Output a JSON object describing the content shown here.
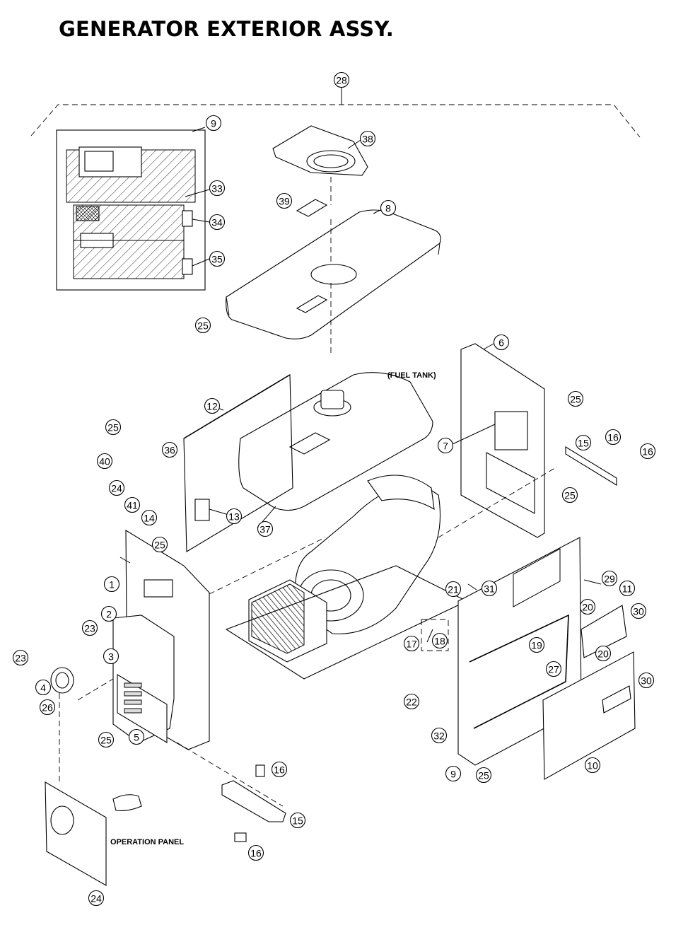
{
  "title": "GENERATOR EXTERIOR ASSY.",
  "labels": {
    "fuel_tank": "(FUEL TANK)",
    "operation_panel": "OPERATION PANEL"
  },
  "callouts": [
    {
      "id": "c28a",
      "number": "28"
    },
    {
      "id": "c9a",
      "number": "9"
    },
    {
      "id": "c38",
      "number": "38"
    },
    {
      "id": "c33",
      "number": "33"
    },
    {
      "id": "c39",
      "number": "39"
    },
    {
      "id": "c8",
      "number": "8"
    },
    {
      "id": "c34",
      "number": "34"
    },
    {
      "id": "c35",
      "number": "35"
    },
    {
      "id": "c25a",
      "number": "25"
    },
    {
      "id": "c6",
      "number": "6"
    },
    {
      "id": "c12",
      "number": "12"
    },
    {
      "id": "c25b",
      "number": "25"
    },
    {
      "id": "c16a",
      "number": "16"
    },
    {
      "id": "c25c",
      "number": "25"
    },
    {
      "id": "c15a",
      "number": "15"
    },
    {
      "id": "c16b",
      "number": "16"
    },
    {
      "id": "c36",
      "number": "36"
    },
    {
      "id": "c40",
      "number": "40"
    },
    {
      "id": "c7",
      "number": "7"
    },
    {
      "id": "c24a",
      "number": "24"
    },
    {
      "id": "c41",
      "number": "41"
    },
    {
      "id": "c14",
      "number": "14"
    },
    {
      "id": "c13",
      "number": "13"
    },
    {
      "id": "c25d",
      "number": "25"
    },
    {
      "id": "c25e",
      "number": "25"
    },
    {
      "id": "c37",
      "number": "37"
    },
    {
      "id": "c1",
      "number": "1"
    },
    {
      "id": "c31",
      "number": "31"
    },
    {
      "id": "c21",
      "number": "21"
    },
    {
      "id": "c29",
      "number": "29"
    },
    {
      "id": "c11",
      "number": "11"
    },
    {
      "id": "c2",
      "number": "2"
    },
    {
      "id": "c20a",
      "number": "20"
    },
    {
      "id": "c30a",
      "number": "30"
    },
    {
      "id": "c23a",
      "number": "23"
    },
    {
      "id": "c17",
      "number": "17"
    },
    {
      "id": "c18",
      "number": "18"
    },
    {
      "id": "c19",
      "number": "19"
    },
    {
      "id": "c20b",
      "number": "20"
    },
    {
      "id": "c3",
      "number": "3"
    },
    {
      "id": "c23b",
      "number": "23"
    },
    {
      "id": "c27",
      "number": "27"
    },
    {
      "id": "c4",
      "number": "4"
    },
    {
      "id": "c26",
      "number": "26"
    },
    {
      "id": "c30b",
      "number": "30"
    },
    {
      "id": "c22",
      "number": "22"
    },
    {
      "id": "c25f",
      "number": "25"
    },
    {
      "id": "c5",
      "number": "5"
    },
    {
      "id": "c32",
      "number": "32"
    },
    {
      "id": "c16c",
      "number": "16"
    },
    {
      "id": "c9b",
      "number": "9"
    },
    {
      "id": "c25g",
      "number": "25"
    },
    {
      "id": "c10",
      "number": "10"
    },
    {
      "id": "c15b",
      "number": "15"
    },
    {
      "id": "c16d",
      "number": "16"
    },
    {
      "id": "c24b",
      "number": "24"
    }
  ]
}
